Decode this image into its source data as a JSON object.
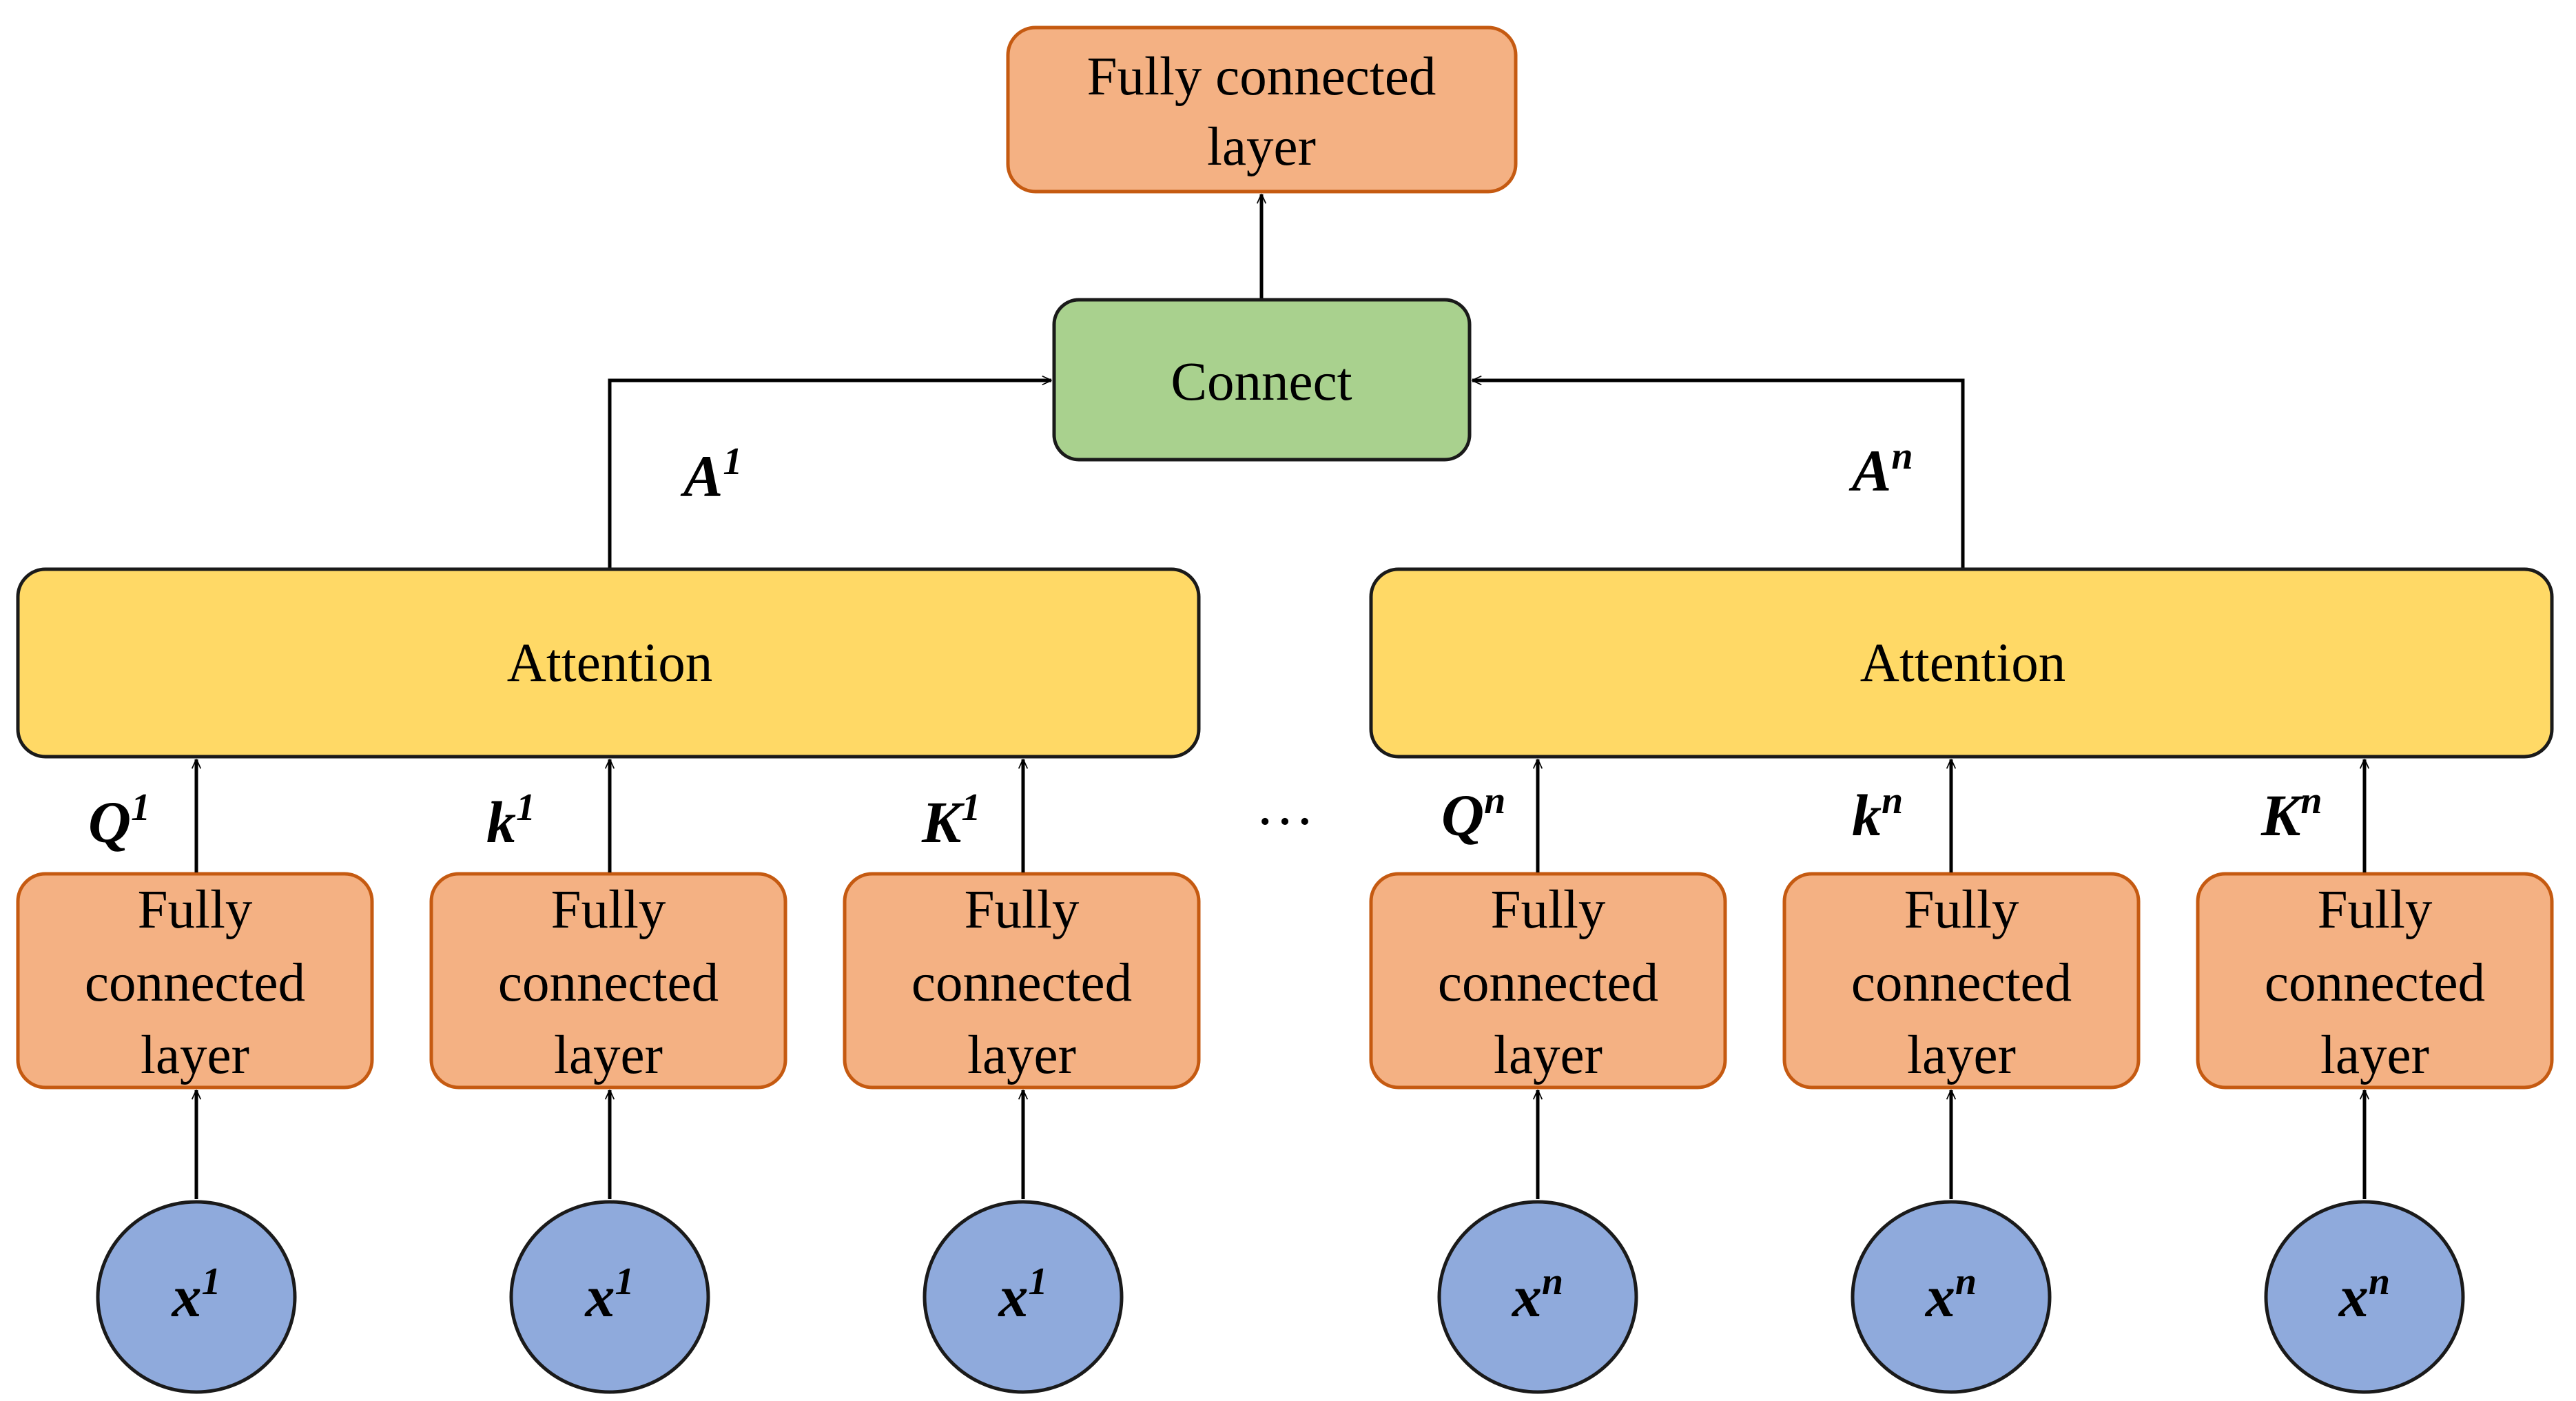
{
  "colors": {
    "fully_connected_fill": "#F4B183",
    "fully_connected_border": "#C55A11",
    "attention_fill": "#FFD966",
    "connect_fill": "#A9D18E",
    "input_fill": "#8FAADC"
  },
  "top": {
    "line1": "Fully connected",
    "line2": "layer"
  },
  "connect": "Connect",
  "fc_box": {
    "line1": "Fully",
    "line2": "connected",
    "line3": "layer"
  },
  "ellipsis": "…",
  "groups": [
    {
      "attention": "Attention",
      "output": {
        "base": "A",
        "sup": "1"
      },
      "branches": [
        {
          "base": "Q",
          "sup": "1"
        },
        {
          "base": "k",
          "sup": "1"
        },
        {
          "base": "K",
          "sup": "1"
        }
      ],
      "input": {
        "base": "x",
        "sup": "1"
      }
    },
    {
      "attention": "Attention",
      "output": {
        "base": "A",
        "sup": "n"
      },
      "branches": [
        {
          "base": "Q",
          "sup": "n"
        },
        {
          "base": "k",
          "sup": "n"
        },
        {
          "base": "K",
          "sup": "n"
        }
      ],
      "input": {
        "base": "x",
        "sup": "n"
      }
    }
  ]
}
